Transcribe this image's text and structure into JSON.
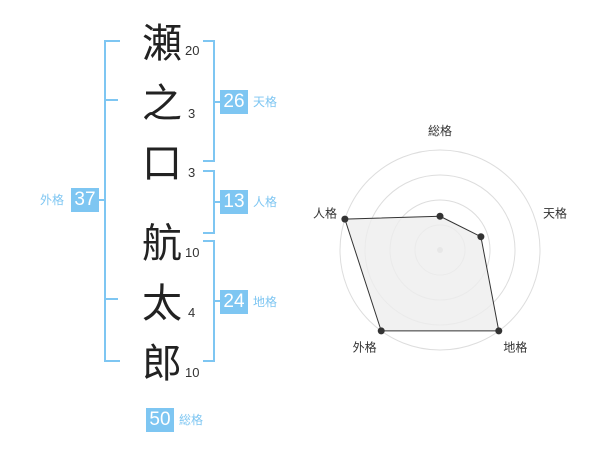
{
  "name": {
    "characters": [
      {
        "char": "瀬",
        "strokes": "20"
      },
      {
        "char": "之",
        "strokes": "3"
      },
      {
        "char": "口",
        "strokes": "3"
      },
      {
        "char": "航",
        "strokes": "10"
      },
      {
        "char": "太",
        "strokes": "4"
      },
      {
        "char": "郎",
        "strokes": "10"
      }
    ]
  },
  "fortune": {
    "tenkaku": {
      "value": "26",
      "label": "天格"
    },
    "jinkaku": {
      "value": "13",
      "label": "人格"
    },
    "chikaku": {
      "value": "24",
      "label": "地格"
    },
    "gaikaku": {
      "value": "37",
      "label": "外格"
    },
    "soukaku": {
      "value": "50",
      "label": "総格"
    }
  },
  "colors": {
    "accent": "#7ec6f2",
    "polygon_fill": "#eeeeee",
    "ring": "#dddddd"
  },
  "chart_data": {
    "type": "radar",
    "axes": [
      "総格",
      "天格",
      "地格",
      "外格",
      "人格"
    ],
    "rings": 4,
    "max": 4,
    "values": [
      1.35,
      1.72,
      4.0,
      4.0,
      4.0
    ]
  }
}
